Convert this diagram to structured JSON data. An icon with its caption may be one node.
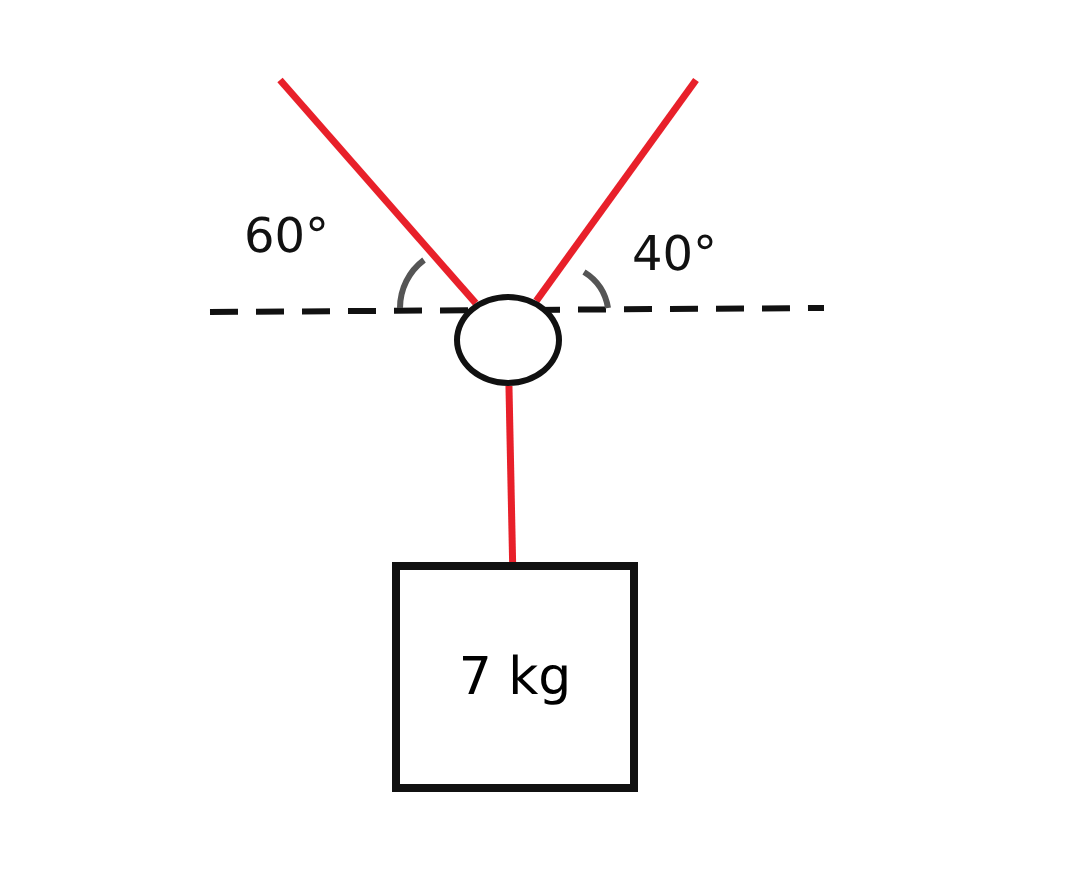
{
  "diagram": {
    "nodes": [
      {
        "text": [],
        "shape": "circle"
      },
      {
        "text": [
          "7 kg"
        ]
      }
    ],
    "edges": [
      {
        "from": null,
        "to": 0,
        "arrow": "none"
      },
      {
        "from": 0,
        "to": null,
        "arrow": "none"
      },
      {
        "from": 0,
        "to": 1,
        "arrow": "none"
      }
    ],
    "labels": [
      "60°",
      "40°"
    ]
  }
}
